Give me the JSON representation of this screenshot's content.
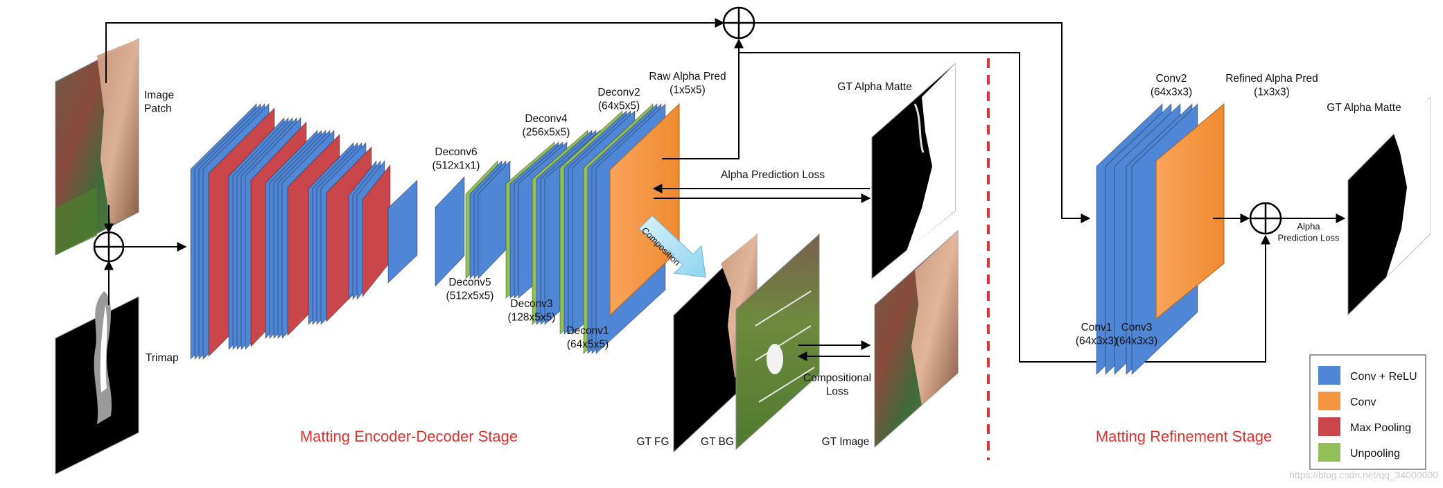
{
  "colors": {
    "conv_relu": "#4f86d5",
    "conv": "#f5953f",
    "max_pooling": "#c9474b",
    "unpooling": "#93bf58",
    "stage_text": "#e0322f",
    "divider": "#e0322f"
  },
  "inputs": {
    "image_patch": "Image\nPatch",
    "trimap": "Trimap"
  },
  "decoder_labels": {
    "deconv6": "Deconv6\n(512x1x1)",
    "deconv5": "Deconv5\n(512x5x5)",
    "deconv4": "Deconv4\n(256x5x5)",
    "deconv3": "Deconv3\n(128x5x5)",
    "deconv2": "Deconv2\n(64x5x5)",
    "deconv1": "Deconv1\n(64x5x5)",
    "raw_alpha": "Raw Alpha Pred\n(1x5x5)"
  },
  "losses": {
    "alpha_prediction": "Alpha Prediction Loss",
    "compositional": "Compositional\nLoss",
    "composition_arrow": "Composition",
    "refine_alpha": "Alpha\nPrediction Loss"
  },
  "gt_labels": {
    "gt_alpha_matte_1": "GT Alpha Matte",
    "gt_fg": "GT FG",
    "gt_bg": "GT BG",
    "gt_image": "GT Image",
    "gt_alpha_matte_2": "GT Alpha Matte"
  },
  "refinement_labels": {
    "conv1": "Conv1\n(64x3x3)",
    "conv3": "Conv3\n(64x3x3)",
    "conv2": "Conv2\n(64x3x3)",
    "refined_alpha": "Refined Alpha Pred\n(1x3x3)"
  },
  "stages": {
    "encoder_decoder": "Matting Encoder-Decoder Stage",
    "refinement": "Matting Refinement Stage"
  },
  "legend": [
    {
      "label": "Conv + ReLU",
      "color": "#4f86d5"
    },
    {
      "label": "Conv",
      "color": "#f5953f"
    },
    {
      "label": "Max Pooling",
      "color": "#c9474b"
    },
    {
      "label": "Unpooling",
      "color": "#93bf58"
    }
  ],
  "watermark": "https://blog.csdn.net/qq_34000000"
}
